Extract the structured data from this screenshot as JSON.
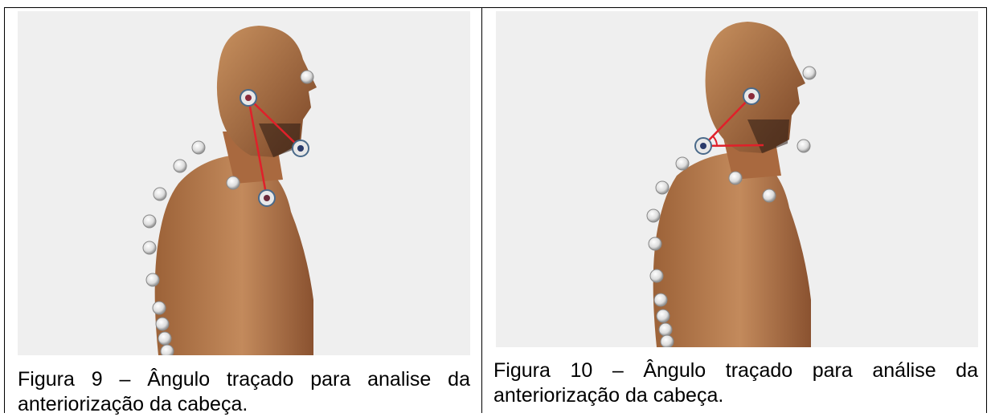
{
  "figures": [
    {
      "caption_line1": "Figura 9 – Ângulo traçado para analise da",
      "caption_line2": "anteriorização da cabeça."
    },
    {
      "caption_line1": "Figura 10 – Ângulo traçado para análise da",
      "caption_line2": "anteriorização da cabeça."
    }
  ],
  "colors": {
    "angle_line": "#e0202a",
    "background": "#efefef",
    "skin": "#b07348"
  }
}
